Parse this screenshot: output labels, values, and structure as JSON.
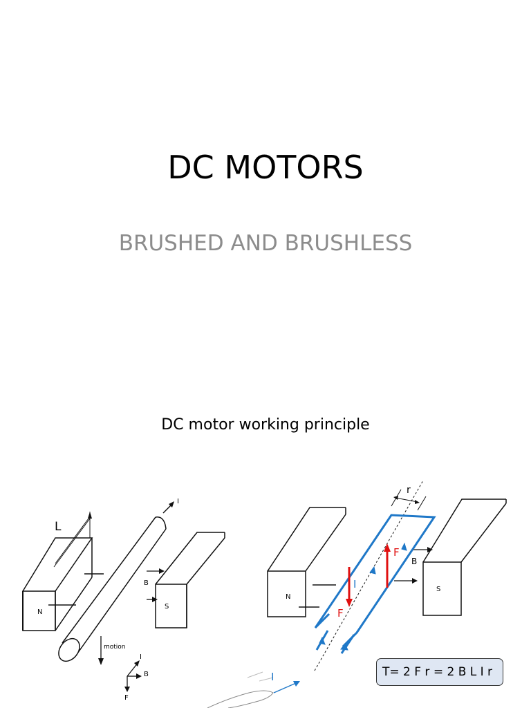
{
  "slide1": {
    "title": "DC MOTORS",
    "subtitle": "BRUSHED AND BRUSHLESS"
  },
  "slide2": {
    "title": "DC motor working principle",
    "left_figure": {
      "labels": {
        "length": "L",
        "current": "I",
        "field": "B",
        "north": "N",
        "south": "S",
        "motion": "motion",
        "axis_i": "I",
        "axis_b": "B",
        "axis_f": "F"
      }
    },
    "right_figure": {
      "labels": {
        "radius": "r",
        "north": "N",
        "south": "S",
        "field": "B",
        "force_top": "F",
        "force_bottom": "F",
        "coil_current": "I",
        "hand_current": "I"
      },
      "colors": {
        "coil": "#1f78c8",
        "force": "#e01010"
      }
    },
    "formula": "T= 2 F r = 2 B L I r"
  }
}
